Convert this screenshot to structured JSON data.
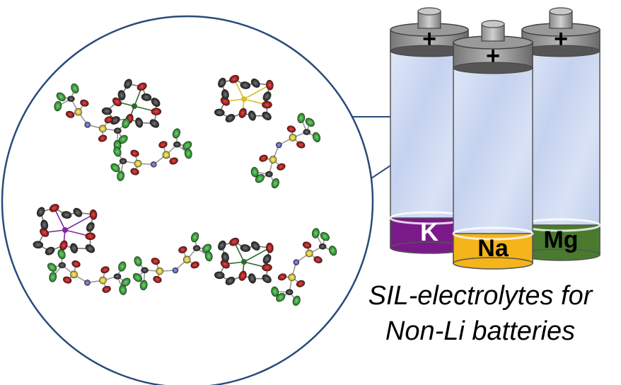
{
  "caption": {
    "line1": "SIL-electrolytes for",
    "line2": "Non-Li batteries"
  },
  "batteries": [
    {
      "plus": "+",
      "label": "K",
      "band_color": "#7a1a8a",
      "label_color": "#ffffff"
    },
    {
      "plus": "+",
      "label": "Na",
      "band_color": "#f4b41a",
      "label_color": "#000000"
    },
    {
      "plus": "+",
      "label": "Mg",
      "band_color": "#4a7a2e",
      "label_color": "#000000"
    }
  ],
  "atom_colors": {
    "carbon": "#2b2b2b",
    "oxygen": "#b01818",
    "fluorine": "#2fa02f",
    "sulfur": "#e0d040",
    "nitrogen": "#6a6ab8",
    "potassium": "#7a2aa0",
    "sodium": "#d8c020",
    "magnesium": "#2e6a2e"
  },
  "icons": {
    "zoom": "magnifier-circle-icon",
    "cell": "battery-cell-icon"
  }
}
